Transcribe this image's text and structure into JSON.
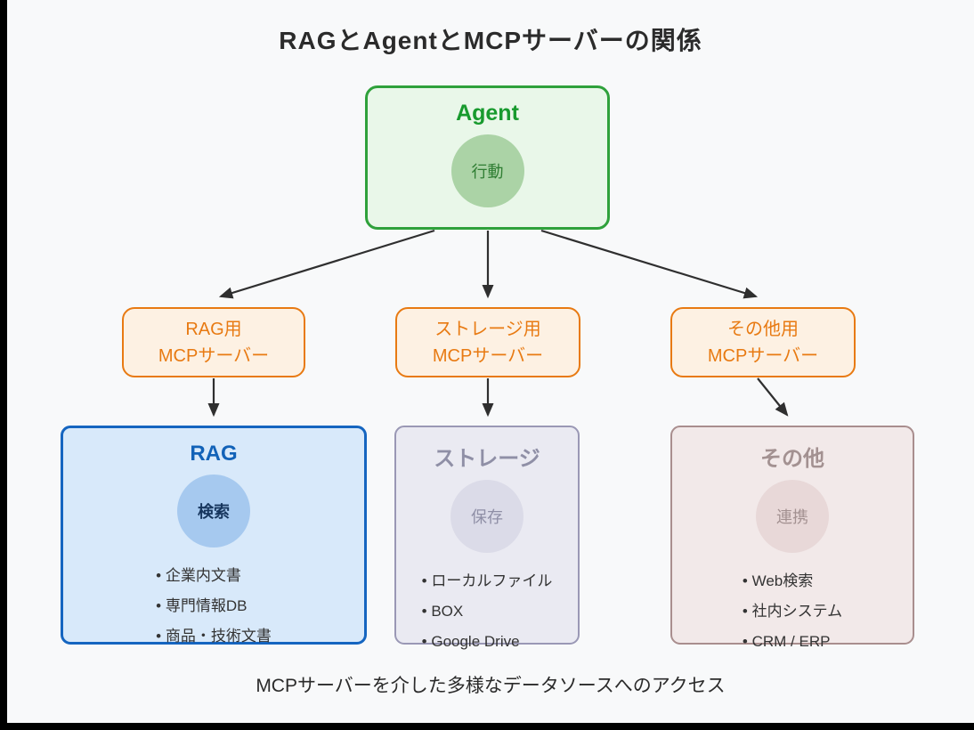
{
  "title": "RAGとAgentとMCPサーバーの関係",
  "caption": "MCPサーバーを介した多様なデータソースへのアクセス",
  "agent": {
    "label": "Agent",
    "circle": "行動"
  },
  "mcp_servers": [
    {
      "line1": "RAG用",
      "line2": "MCPサーバー"
    },
    {
      "line1": "ストレージ用",
      "line2": "MCPサーバー"
    },
    {
      "line1": "その他用",
      "line2": "MCPサーバー"
    }
  ],
  "sources": [
    {
      "title": "RAG",
      "circle": "検索",
      "items": [
        "企業内文書",
        "専門情報DB",
        "商品・技術文書"
      ]
    },
    {
      "title": "ストレージ",
      "circle": "保存",
      "items": [
        "ローカルファイル",
        "BOX",
        "Google Drive"
      ]
    },
    {
      "title": "その他",
      "circle": "連携",
      "items": [
        "Web検索",
        "社内システム",
        "CRM / ERP"
      ]
    }
  ],
  "colors": {
    "background": "#f8f9fa",
    "agent_border": "#2fa13b",
    "agent_fill": "#e9f7e9",
    "agent_circle": "#abd3a6",
    "mcp_border": "#e87a12",
    "mcp_fill": "#fdf1e3",
    "rag_border": "#1565c0",
    "rag_fill": "#d8e9fa",
    "rag_circle": "#a6c9ef",
    "storage_border": "#9a98b5",
    "storage_fill": "#eaeaf2",
    "other_border": "#a98e8e",
    "other_fill": "#f2e9e9",
    "arrow": "#2f2f2f"
  }
}
